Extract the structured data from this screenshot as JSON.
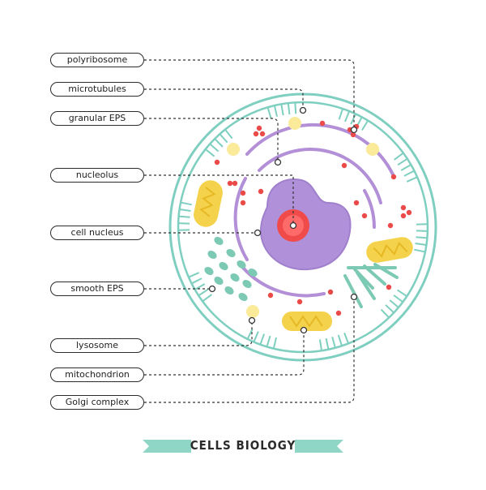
{
  "labels": {
    "polyribosome": "polyribosome",
    "microtubules": "microtubules",
    "granular_eps": "granular EPS",
    "nucleolus": "nucleolus",
    "cell_nucleus": "cell nucleus",
    "smooth_eps": "smooth EPS",
    "lysosome": "lysosome",
    "mitochondrion": "mitochondrion",
    "golgi_complex": "Golgi complex"
  },
  "title": "CELLS BIOLOGY",
  "colors": {
    "membrane": "#7fcfc0",
    "er": "#b28fd6",
    "nucleus": "#b091d9",
    "nucleolus": "#f04a4a",
    "mitochondria": "#f5d24c",
    "ribosome": "#ea4a48",
    "vesicle": "#fbea9a",
    "smooth_eps": "#7cc9b4",
    "leader": "#333333"
  }
}
